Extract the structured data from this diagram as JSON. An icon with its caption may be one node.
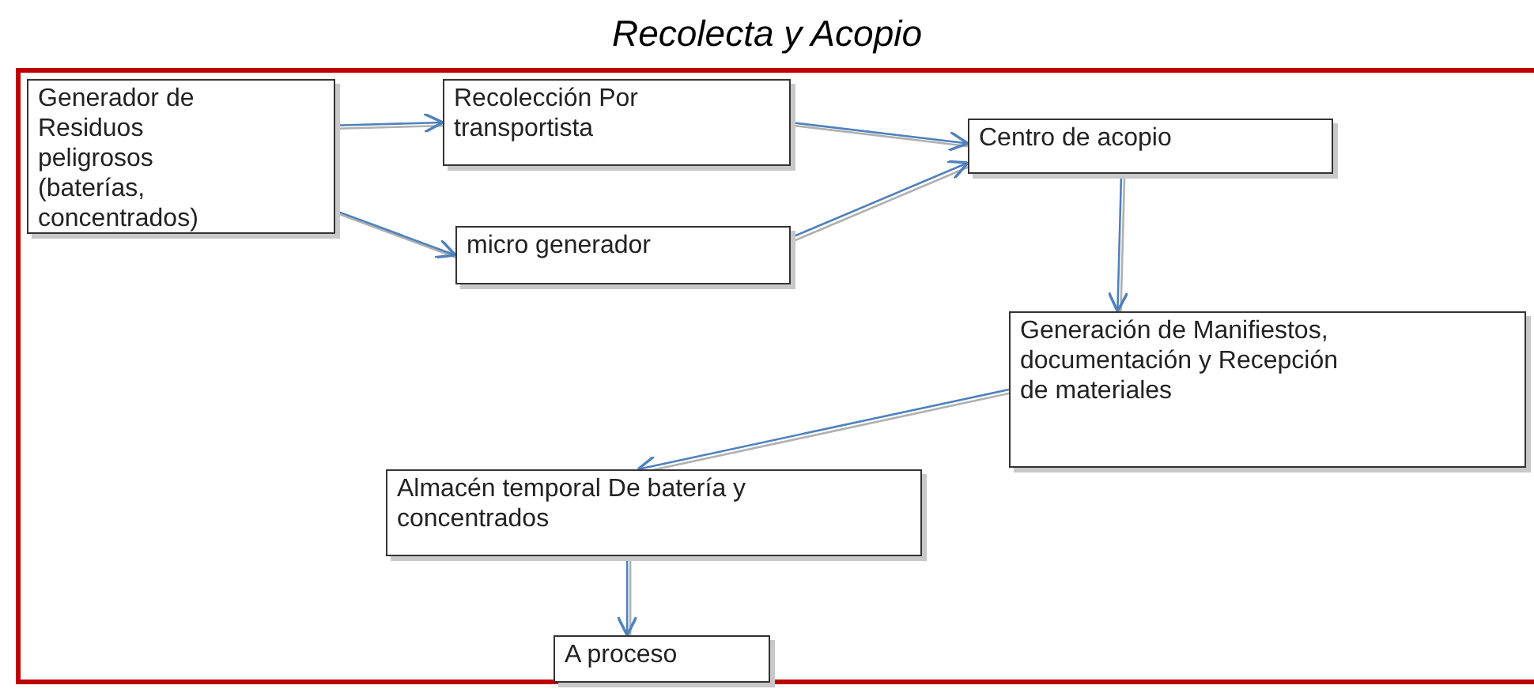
{
  "diagram": {
    "title": "Recolecta y Acopio",
    "nodes": [
      {
        "text": [
          "Generador de Residuos peligrosos (baterías, concentrados)"
        ]
      },
      {
        "text": [
          "Recolección Por transportista"
        ]
      },
      {
        "text": [
          "micro generador"
        ]
      },
      {
        "text": [
          "Centro de acopio"
        ]
      },
      {
        "text": [
          "Generación de Manifiestos, documentación y Recepción de materiales"
        ]
      },
      {
        "text": [
          "Almacén temporal De batería y concentrados"
        ]
      },
      {
        "text": [
          "A proceso"
        ]
      }
    ],
    "edges": [
      {
        "from": 0,
        "to": 1,
        "arrow": "to"
      },
      {
        "from": 0,
        "to": 2,
        "arrow": "to"
      },
      {
        "from": 1,
        "to": 3,
        "arrow": "to"
      },
      {
        "from": 2,
        "to": 3,
        "arrow": "to"
      },
      {
        "from": 3,
        "to": 4,
        "arrow": "to"
      },
      {
        "from": 4,
        "to": 5,
        "arrow": "to"
      },
      {
        "from": 5,
        "to": 6,
        "arrow": "to"
      }
    ]
  }
}
